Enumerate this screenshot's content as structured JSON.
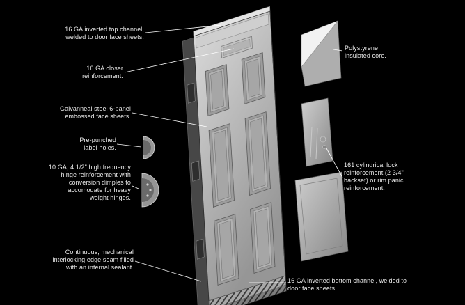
{
  "diagram": {
    "labels": {
      "top_channel": "16 GA inverted top channel,\nwelded to door face sheets.",
      "closer": "16 GA closer\nreinforcement.",
      "face_sheets": "Galvanneal steel 6-panel\nembossed face sheets.",
      "label_holes": "Pre-punched\nlabel holes.",
      "hinge": "10 GA, 4 1/2\" high frequency\nhinge reinforcement with\nconversion dimples to\naccomodate for heavy\nweight hinges.",
      "edge_seam": "Continuous, mechanical\ninterlocking edge seam filled\nwith an internal sealant.",
      "core": "Polystyrene\ninsulated core.",
      "lock": "161 cylindrical lock\nreinforcement (2 3/4\"\nbackset) or rim panic\nreinforcement.",
      "bottom_channel": "16 GA inverted bottom channel, welded to\ndoor face sheets."
    },
    "colors": {
      "background": "#000000",
      "text": "#e8e8e8",
      "callout_line": "#ffffff",
      "door_face_light": "#d8d8d8",
      "door_face_dark": "#969696",
      "door_edge": "#474747"
    }
  }
}
